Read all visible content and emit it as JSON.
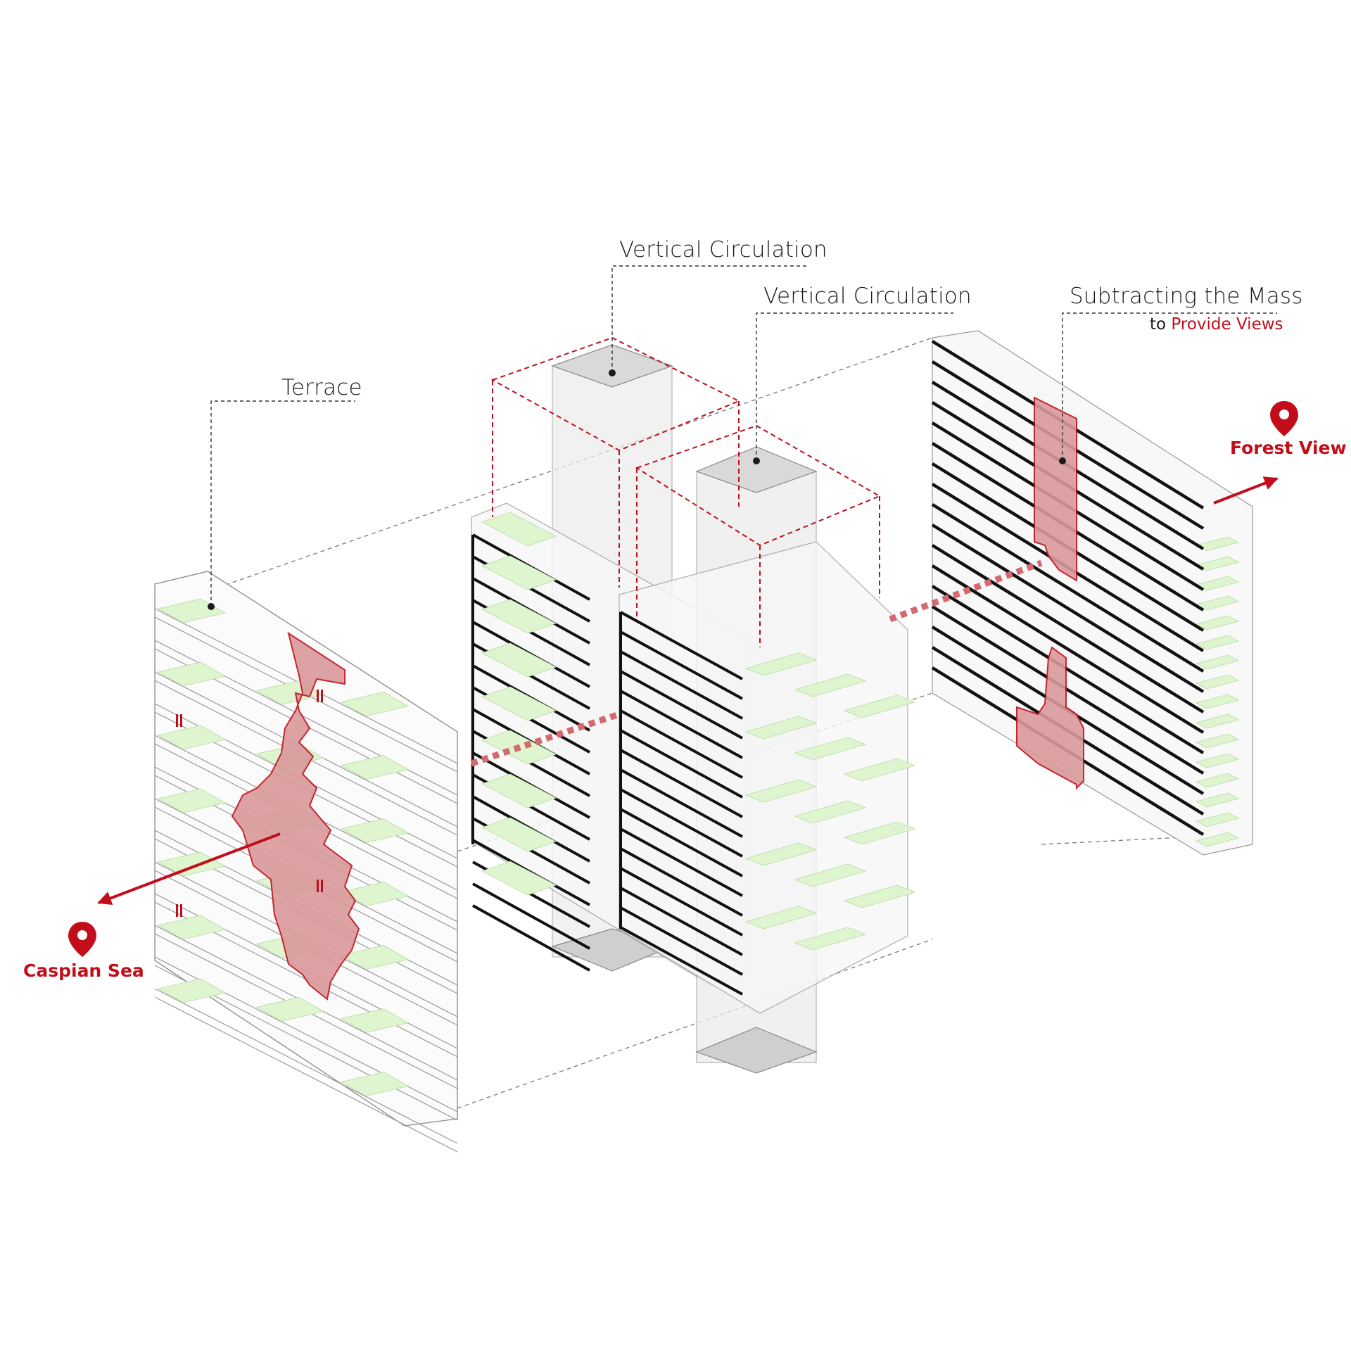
{
  "labels": {
    "terrace": "Terrace",
    "vertical_circulation_1": "Vertical Circulation",
    "vertical_circulation_2": "Vertical Circulation",
    "subtracting_title": "Subtracting the Mass",
    "subtracting_to": "to",
    "subtracting_views": "Provide Views"
  },
  "locations": {
    "caspian": "Caspian Sea",
    "forest": "Forest View"
  },
  "colors": {
    "accent": "#c20e1a",
    "void_fill": "#d9999b",
    "terrace_green": "#dff5cf",
    "core_grey": "#e6e6e6",
    "line": "#9a9a9a"
  },
  "icons": [
    "location-pin-icon",
    "arrow-icon"
  ]
}
